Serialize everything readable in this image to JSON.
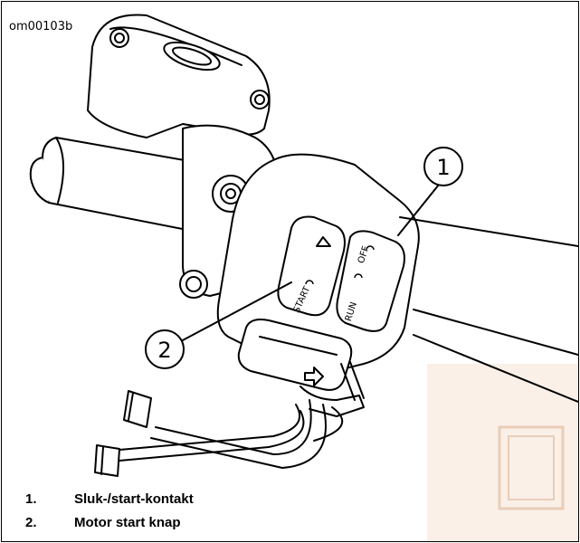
{
  "figure": {
    "id": "om00103b",
    "callouts": [
      {
        "number": "1"
      },
      {
        "number": "2"
      }
    ],
    "switch_labels": {
      "off": "OFF",
      "run": "RUN",
      "start": "START"
    }
  },
  "legend": {
    "items": [
      {
        "number": "1.",
        "text": "Sluk-/start-kontakt"
      },
      {
        "number": "2.",
        "text": "Motor start knap"
      }
    ]
  },
  "colors": {
    "watermark": "#f7e6d8",
    "line": "#000000"
  }
}
